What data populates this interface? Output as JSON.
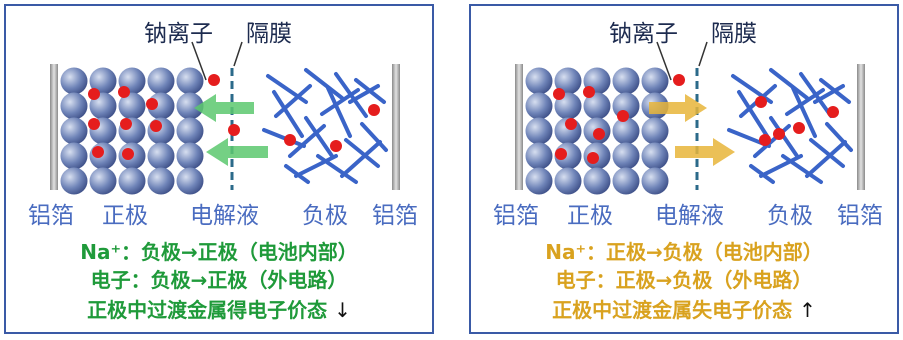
{
  "left": {
    "top_labels": {
      "ion": "钠离子",
      "separator": "隔膜"
    },
    "bottom_labels": {
      "foil_left": "铝箔",
      "cathode": "正极",
      "electrolyte": "电解液",
      "anode": "负极",
      "foil_right": "铝箔"
    },
    "lines": {
      "l1": "Na⁺：负极→正极（电池内部）",
      "l2": "电子：负极→正极（外电路）",
      "l3": "正极中过渡金属得电子价态",
      "l3_arrow": "↓"
    },
    "colors": {
      "text": "#1f9a3a",
      "arrow": "#5cc86e"
    }
  },
  "right": {
    "top_labels": {
      "ion": "钠离子",
      "separator": "隔膜"
    },
    "bottom_labels": {
      "foil_left": "铝箔",
      "cathode": "正极",
      "electrolyte": "电解液",
      "anode": "负极",
      "foil_right": "铝箔"
    },
    "lines": {
      "l1": "Na⁺：正极→负极（电池内部）",
      "l2": "电子：正极→负极（外电路）",
      "l3": "正极中过渡金属失电子价态",
      "l3_arrow": "↑"
    },
    "colors": {
      "text": "#d9a21f",
      "arrow": "#e8b53a"
    }
  }
}
